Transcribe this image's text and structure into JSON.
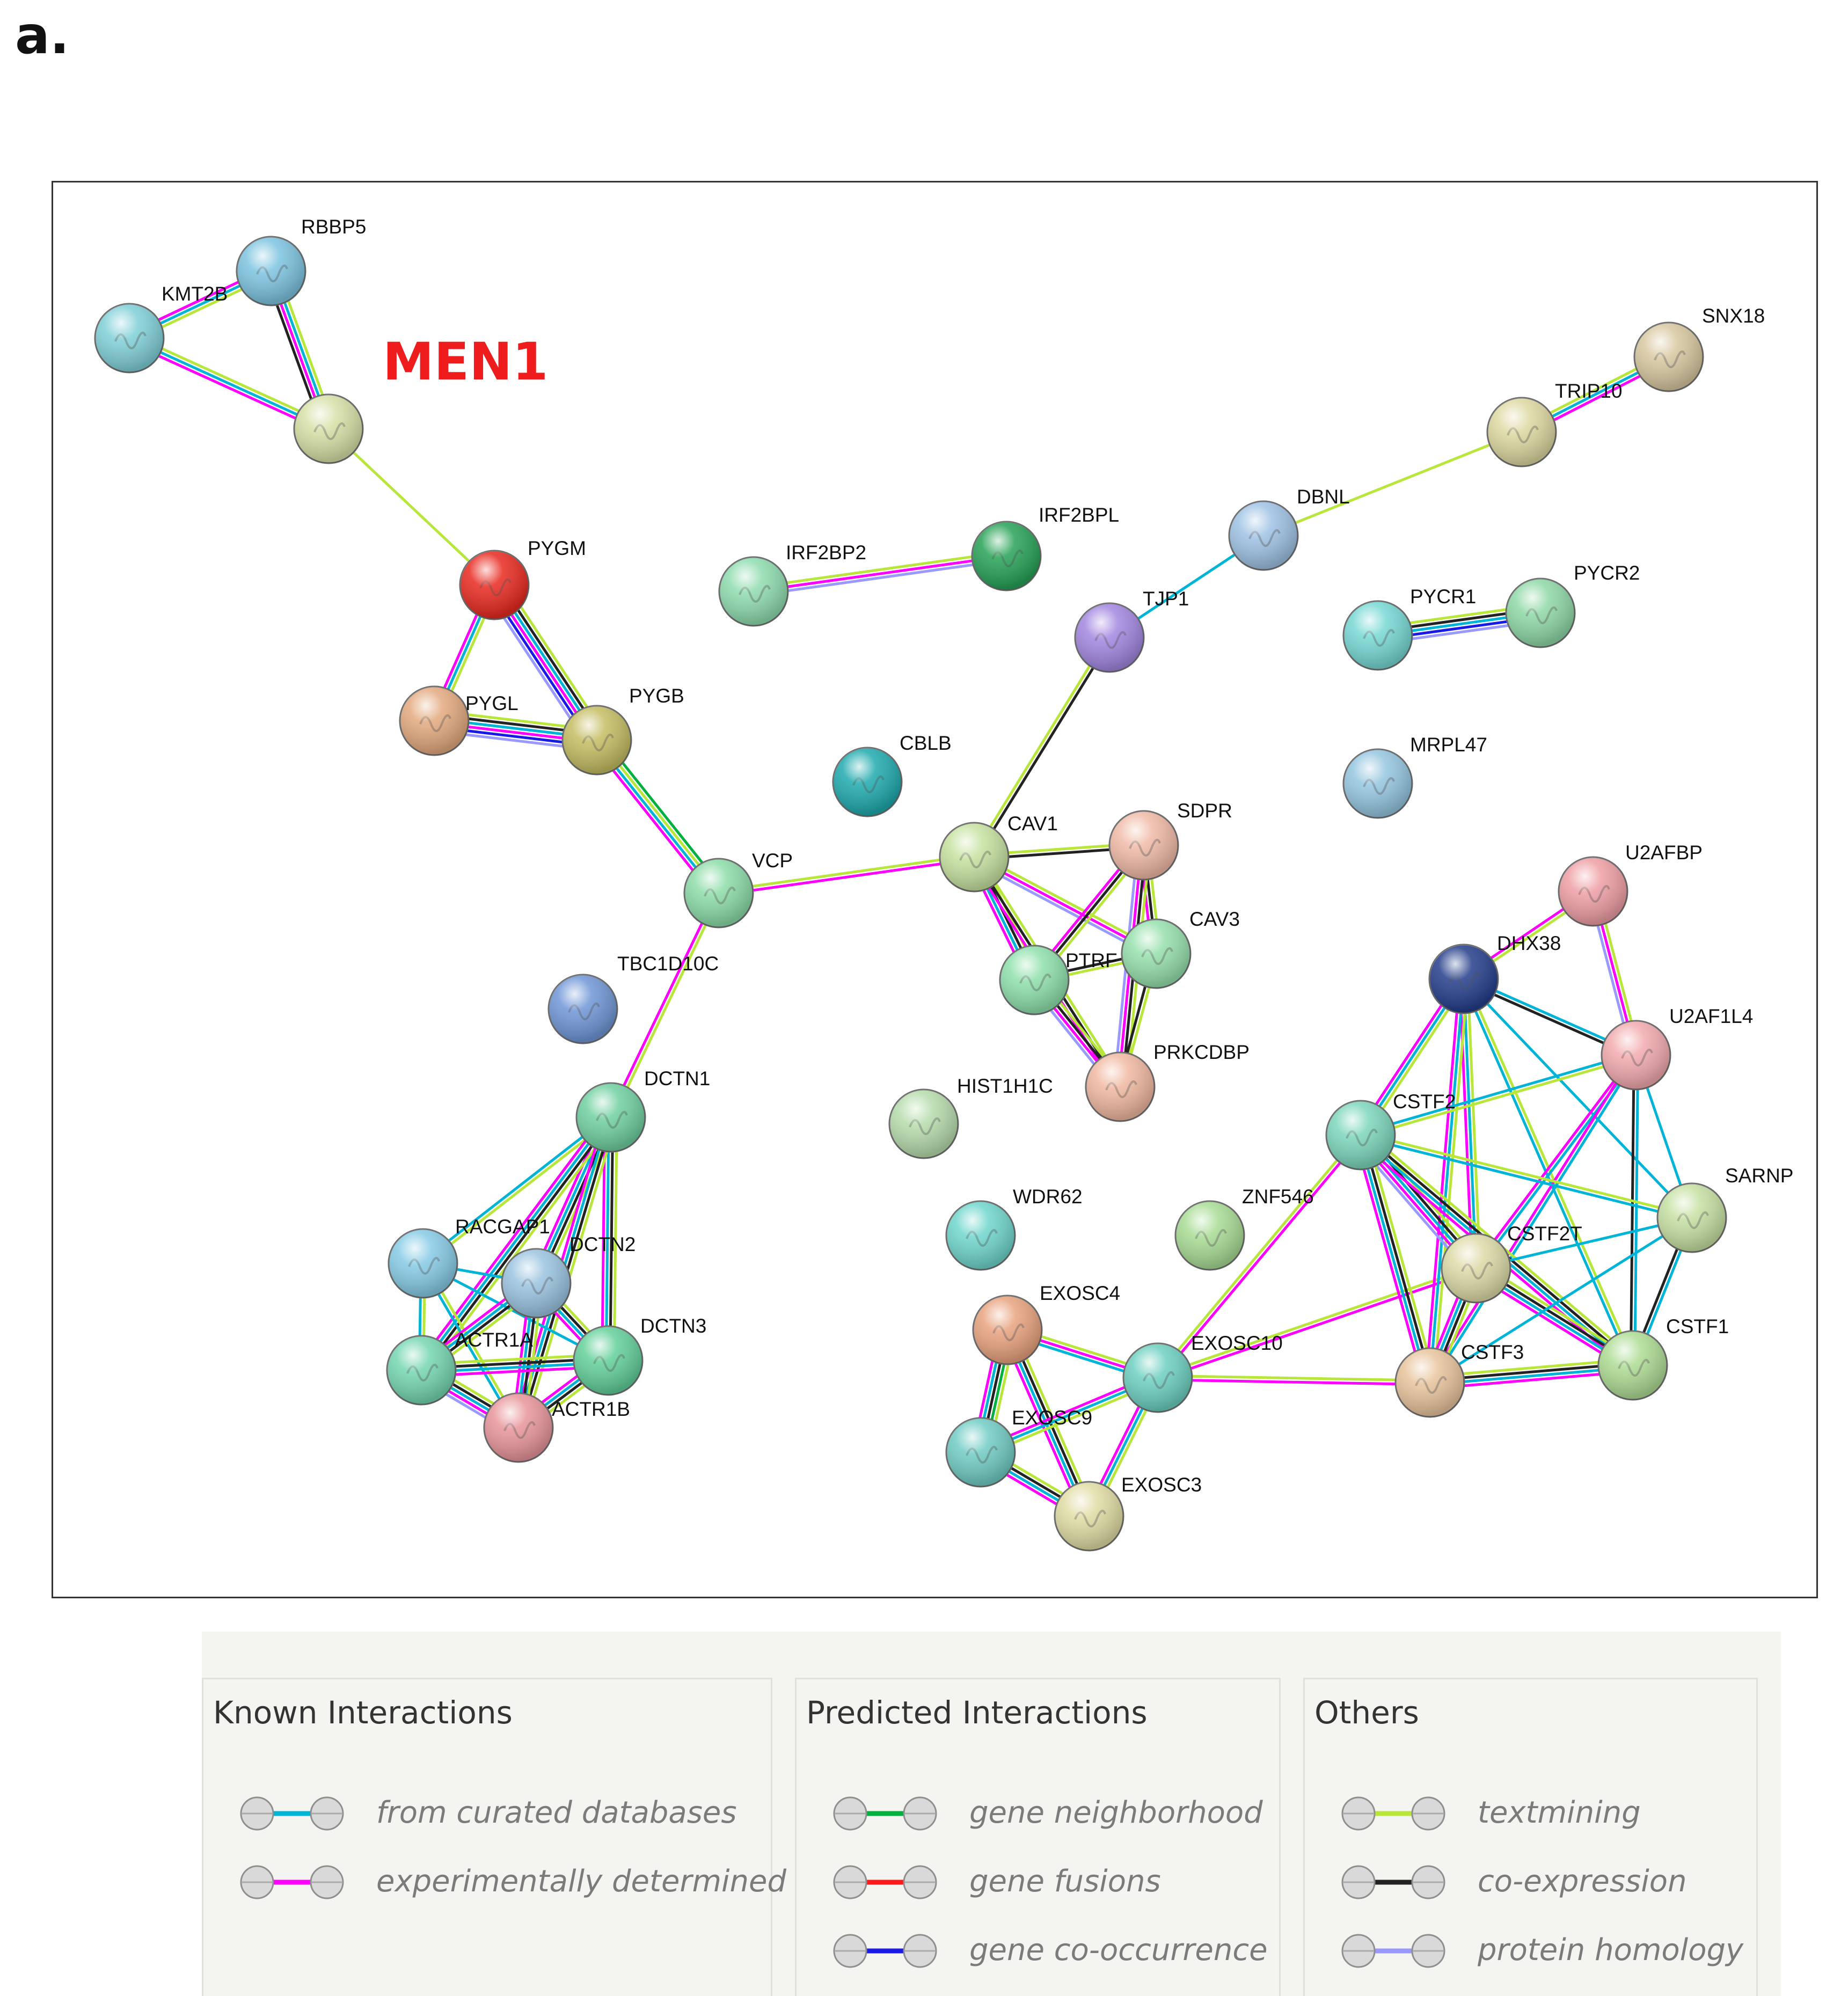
{
  "panel_letter": "a.",
  "cluster_label": "MEN1",
  "nodes": [
    {
      "id": "RBBP5",
      "label": "RBBP5",
      "color": "#7cc4e0"
    },
    {
      "id": "KMT2B",
      "label": "KMT2B",
      "color": "#80d0d8"
    },
    {
      "id": "MEN1",
      "label": "",
      "color": "#d7e0a6"
    },
    {
      "id": "PYGM",
      "label": "PYGM",
      "color": "#e8291f"
    },
    {
      "id": "PYGL",
      "label": "PYGL",
      "color": "#e3a97e"
    },
    {
      "id": "PYGB",
      "label": "PYGB",
      "color": "#c4bd62"
    },
    {
      "id": "VCP",
      "label": "VCP",
      "color": "#8cdca8"
    },
    {
      "id": "TBC1D10C",
      "label": "TBC1D10C",
      "color": "#6f96d6"
    },
    {
      "id": "DCTN1",
      "label": "DCTN1",
      "color": "#6fd0a0"
    },
    {
      "id": "RACGAP1",
      "label": "RACGAP1",
      "color": "#86cbe6"
    },
    {
      "id": "DCTN2",
      "label": "DCTN2",
      "color": "#9ac4e0"
    },
    {
      "id": "ACTR1A",
      "label": "ACTR1A",
      "color": "#74d6b0"
    },
    {
      "id": "DCTN3",
      "label": "DCTN3",
      "color": "#62d09a"
    },
    {
      "id": "ACTR1B",
      "label": "ACTR1B",
      "color": "#e8959b"
    },
    {
      "id": "IRF2BP2",
      "label": "IRF2BP2",
      "color": "#8edcae"
    },
    {
      "id": "IRF2BPL",
      "label": "IRF2BPL",
      "color": "#26a256"
    },
    {
      "id": "CBLB",
      "label": "CBLB",
      "color": "#1eaaae"
    },
    {
      "id": "TJP1",
      "label": "TJP1",
      "color": "#a286e0"
    },
    {
      "id": "DBNL",
      "label": "DBNL",
      "color": "#9ec2e4"
    },
    {
      "id": "TRIP10",
      "label": "TRIP10",
      "color": "#ddd8a0"
    },
    {
      "id": "SNX18",
      "label": "SNX18",
      "color": "#d8c8a0"
    },
    {
      "id": "PYCR1",
      "label": "PYCR1",
      "color": "#76d8d4"
    },
    {
      "id": "PYCR2",
      "label": "PYCR2",
      "color": "#8ed8a6"
    },
    {
      "id": "MRPL47",
      "label": "MRPL47",
      "color": "#94c6e0"
    },
    {
      "id": "CAV1",
      "label": "CAV1",
      "color": "#c6e2a0"
    },
    {
      "id": "SDPR",
      "label": "SDPR",
      "color": "#f0baa6"
    },
    {
      "id": "CAV3",
      "label": "CAV3",
      "color": "#96e0ac"
    },
    {
      "id": "PTRF",
      "label": "PTRF",
      "color": "#8ee0ac"
    },
    {
      "id": "PRKCDBP",
      "label": "PRKCDBP",
      "color": "#f0b8a0"
    },
    {
      "id": "HIST1H1C",
      "label": "HIST1H1C",
      "color": "#b6dcac"
    },
    {
      "id": "WDR62",
      "label": "WDR62",
      "color": "#6ed6cc"
    },
    {
      "id": "ZNF546",
      "label": "ZNF546",
      "color": "#a8dc94"
    },
    {
      "id": "EXOSC4",
      "label": "EXOSC4",
      "color": "#e8a27e"
    },
    {
      "id": "EXOSC10",
      "label": "EXOSC10",
      "color": "#6cd0c0"
    },
    {
      "id": "EXOSC9",
      "label": "EXOSC9",
      "color": "#70ccc4"
    },
    {
      "id": "EXOSC3",
      "label": "EXOSC3",
      "color": "#e0dca4"
    },
    {
      "id": "U2AFBP",
      "label": "U2AFBP",
      "color": "#ee9ea4"
    },
    {
      "id": "DHX38",
      "label": "DHX38",
      "color": "#233d8a"
    },
    {
      "id": "U2AF1L4",
      "label": "U2AF1L4",
      "color": "#f2aaae"
    },
    {
      "id": "CSTF2",
      "label": "CSTF2",
      "color": "#7cd6bc"
    },
    {
      "id": "SARNP",
      "label": "SARNP",
      "color": "#c6e0a2"
    },
    {
      "id": "CSTF2T",
      "label": "CSTF2T",
      "color": "#dcdaa6"
    },
    {
      "id": "CSTF1",
      "label": "CSTF1",
      "color": "#aedc94"
    },
    {
      "id": "CSTF3",
      "label": "CSTF3",
      "color": "#e8c49c"
    }
  ],
  "edges": [
    {
      "source": "RBBP5",
      "target": "KMT2B",
      "types": [
        "textmining",
        "curated",
        "experimental"
      ]
    },
    {
      "source": "RBBP5",
      "target": "MEN1",
      "types": [
        "textmining",
        "curated",
        "experimental",
        "coexpression"
      ]
    },
    {
      "source": "KMT2B",
      "target": "MEN1",
      "types": [
        "textmining",
        "curated",
        "experimental"
      ]
    },
    {
      "source": "MEN1",
      "target": "PYGM",
      "types": [
        "textmining"
      ]
    },
    {
      "source": "PYGM",
      "target": "PYGL",
      "types": [
        "textmining",
        "curated",
        "experimental"
      ]
    },
    {
      "source": "PYGM",
      "target": "PYGB",
      "types": [
        "textmining",
        "coexpression",
        "curated",
        "experimental",
        "cooccurrence",
        "homology"
      ]
    },
    {
      "source": "PYGL",
      "target": "PYGB",
      "types": [
        "textmining",
        "coexpression",
        "curated",
        "experimental",
        "cooccurrence",
        "homology"
      ]
    },
    {
      "source": "PYGB",
      "target": "VCP",
      "types": [
        "neighborhood",
        "textmining",
        "curated",
        "experimental"
      ]
    },
    {
      "source": "VCP",
      "target": "CAV1",
      "types": [
        "textmining",
        "experimental"
      ]
    },
    {
      "source": "VCP",
      "target": "DCTN1",
      "types": [
        "textmining",
        "experimental"
      ]
    },
    {
      "source": "DCTN1",
      "target": "RACGAP1",
      "types": [
        "textmining",
        "curated"
      ]
    },
    {
      "source": "DCTN1",
      "target": "DCTN2",
      "types": [
        "textmining",
        "coexpression",
        "curated",
        "experimental"
      ]
    },
    {
      "source": "DCTN1",
      "target": "ACTR1A",
      "types": [
        "textmining",
        "coexpression",
        "curated",
        "experimental"
      ]
    },
    {
      "source": "DCTN1",
      "target": "DCTN3",
      "types": [
        "textmining",
        "coexpression",
        "curated",
        "experimental"
      ]
    },
    {
      "source": "DCTN1",
      "target": "ACTR1B",
      "types": [
        "textmining",
        "coexpression",
        "curated",
        "experimental"
      ]
    },
    {
      "source": "RACGAP1",
      "target": "DCTN2",
      "types": [
        "curated"
      ]
    },
    {
      "source": "RACGAP1",
      "target": "ACTR1A",
      "types": [
        "textmining",
        "curated"
      ]
    },
    {
      "source": "RACGAP1",
      "target": "ACTR1B",
      "types": [
        "textmining",
        "curated"
      ]
    },
    {
      "source": "RACGAP1",
      "target": "DCTN3",
      "types": [
        "curated"
      ]
    },
    {
      "source": "DCTN2",
      "target": "ACTR1A",
      "types": [
        "textmining",
        "coexpression",
        "curated",
        "experimental"
      ]
    },
    {
      "source": "DCTN2",
      "target": "DCTN3",
      "types": [
        "textmining",
        "coexpression",
        "curated",
        "experimental"
      ]
    },
    {
      "source": "DCTN2",
      "target": "ACTR1B",
      "types": [
        "textmining",
        "coexpression",
        "curated",
        "experimental"
      ]
    },
    {
      "source": "ACTR1A",
      "target": "ACTR1B",
      "types": [
        "textmining",
        "coexpression",
        "curated",
        "experimental",
        "homology"
      ]
    },
    {
      "source": "ACTR1A",
      "target": "DCTN3",
      "types": [
        "textmining",
        "coexpression",
        "curated",
        "experimental"
      ]
    },
    {
      "source": "DCTN3",
      "target": "ACTR1B",
      "types": [
        "textmining",
        "coexpression",
        "curated",
        "experimental"
      ]
    },
    {
      "source": "IRF2BP2",
      "target": "IRF2BPL",
      "types": [
        "textmining",
        "experimental",
        "homology"
      ]
    },
    {
      "source": "CAV1",
      "target": "TJP1",
      "types": [
        "textmining",
        "coexpression"
      ]
    },
    {
      "source": "TJP1",
      "target": "DBNL",
      "types": [
        "curated"
      ]
    },
    {
      "source": "DBNL",
      "target": "TRIP10",
      "types": [
        "textmining"
      ]
    },
    {
      "source": "TRIP10",
      "target": "SNX18",
      "types": [
        "textmining",
        "curated",
        "experimental"
      ]
    },
    {
      "source": "PYCR1",
      "target": "PYCR2",
      "types": [
        "textmining",
        "coexpression",
        "curated",
        "cooccurrence",
        "homology"
      ]
    },
    {
      "source": "CAV1",
      "target": "SDPR",
      "types": [
        "textmining",
        "coexpression"
      ]
    },
    {
      "source": "CAV1",
      "target": "CAV3",
      "types": [
        "textmining",
        "experimental",
        "homology"
      ]
    },
    {
      "source": "CAV1",
      "target": "PTRF",
      "types": [
        "textmining",
        "coexpression",
        "curated",
        "experimental"
      ]
    },
    {
      "source": "CAV1",
      "target": "PRKCDBP",
      "types": [
        "textmining",
        "coexpression",
        "experimental"
      ]
    },
    {
      "source": "SDPR",
      "target": "CAV3",
      "types": [
        "textmining",
        "coexpression",
        "experimental"
      ]
    },
    {
      "source": "SDPR",
      "target": "PTRF",
      "types": [
        "textmining",
        "coexpression",
        "experimental"
      ]
    },
    {
      "source": "SDPR",
      "target": "PRKCDBP",
      "types": [
        "textmining",
        "coexpression",
        "experimental",
        "homology"
      ]
    },
    {
      "source": "CAV3",
      "target": "PTRF",
      "types": [
        "textmining",
        "coexpression"
      ]
    },
    {
      "source": "CAV3",
      "target": "PRKCDBP",
      "types": [
        "textmining",
        "coexpression"
      ]
    },
    {
      "source": "PTRF",
      "target": "PRKCDBP",
      "types": [
        "textmining",
        "coexpression",
        "experimental",
        "homology"
      ]
    },
    {
      "source": "EXOSC4",
      "target": "EXOSC10",
      "types": [
        "textmining",
        "experimental",
        "curated"
      ]
    },
    {
      "source": "EXOSC4",
      "target": "EXOSC9",
      "types": [
        "textmining",
        "neighborhood",
        "coexpression",
        "curated",
        "experimental"
      ]
    },
    {
      "source": "EXOSC4",
      "target": "EXOSC3",
      "types": [
        "textmining",
        "coexpression",
        "curated",
        "experimental"
      ]
    },
    {
      "source": "EXOSC10",
      "target": "EXOSC9",
      "types": [
        "textmining",
        "curated",
        "experimental"
      ]
    },
    {
      "source": "EXOSC10",
      "target": "EXOSC3",
      "types": [
        "textmining",
        "curated",
        "experimental"
      ]
    },
    {
      "source": "EXOSC9",
      "target": "EXOSC3",
      "types": [
        "textmining",
        "coexpression",
        "curated",
        "experimental"
      ]
    },
    {
      "source": "EXOSC10",
      "target": "CSTF2",
      "types": [
        "textmining",
        "experimental"
      ]
    },
    {
      "source": "EXOSC10",
      "target": "CSTF2T",
      "types": [
        "textmining",
        "experimental"
      ]
    },
    {
      "source": "EXOSC10",
      "target": "CSTF3",
      "types": [
        "textmining",
        "experimental"
      ]
    },
    {
      "source": "U2AFBP",
      "target": "DHX38",
      "types": [
        "textmining",
        "experimental"
      ]
    },
    {
      "source": "U2AFBP",
      "target": "U2AF1L4",
      "types": [
        "textmining",
        "experimental",
        "homology"
      ]
    },
    {
      "source": "DHX38",
      "target": "CSTF2",
      "types": [
        "textmining",
        "curated",
        "experimental"
      ]
    },
    {
      "source": "DHX38",
      "target": "CSTF2T",
      "types": [
        "textmining",
        "curated",
        "experimental"
      ]
    },
    {
      "source": "DHX38",
      "target": "CSTF3",
      "types": [
        "textmining",
        "curated",
        "experimental"
      ]
    },
    {
      "source": "DHX38",
      "target": "CSTF1",
      "types": [
        "textmining",
        "curated"
      ]
    },
    {
      "source": "DHX38",
      "target": "SARNP",
      "types": [
        "curated"
      ]
    },
    {
      "source": "DHX38",
      "target": "U2AF1L4",
      "types": [
        "curated",
        "coexpression"
      ]
    },
    {
      "source": "U2AF1L4",
      "target": "CSTF2",
      "types": [
        "textmining",
        "curated"
      ]
    },
    {
      "source": "U2AF1L4",
      "target": "CSTF2T",
      "types": [
        "curated",
        "experimental"
      ]
    },
    {
      "source": "U2AF1L4",
      "target": "CSTF3",
      "types": [
        "curated",
        "experimental"
      ]
    },
    {
      "source": "U2AF1L4",
      "target": "CSTF1",
      "types": [
        "curated",
        "coexpression"
      ]
    },
    {
      "source": "U2AF1L4",
      "target": "SARNP",
      "types": [
        "curated"
      ]
    },
    {
      "source": "CSTF2",
      "target": "SARNP",
      "types": [
        "textmining",
        "curated"
      ]
    },
    {
      "source": "CSTF2",
      "target": "CSTF2T",
      "types": [
        "textmining",
        "coexpression",
        "curated",
        "experimental",
        "homology"
      ]
    },
    {
      "source": "CSTF2",
      "target": "CSTF3",
      "types": [
        "textmining",
        "coexpression",
        "curated",
        "experimental"
      ]
    },
    {
      "source": "CSTF2",
      "target": "CSTF1",
      "types": [
        "textmining",
        "coexpression",
        "curated",
        "experimental"
      ]
    },
    {
      "source": "CSTF2T",
      "target": "SARNP",
      "types": [
        "curated"
      ]
    },
    {
      "source": "CSTF2T",
      "target": "CSTF3",
      "types": [
        "textmining",
        "coexpression",
        "curated",
        "experimental"
      ]
    },
    {
      "source": "CSTF2T",
      "target": "CSTF1",
      "types": [
        "textmining",
        "coexpression",
        "curated",
        "experimental"
      ]
    },
    {
      "source": "CSTF3",
      "target": "CSTF1",
      "types": [
        "textmining",
        "coexpression",
        "curated",
        "experimental"
      ]
    },
    {
      "source": "SARNP",
      "target": "CSTF1",
      "types": [
        "curated",
        "coexpression"
      ]
    },
    {
      "source": "SARNP",
      "target": "CSTF3",
      "types": [
        "curated"
      ]
    }
  ],
  "edge_colors": {
    "curated": "#00b4d8",
    "experimental": "#ff00ff",
    "neighborhood": "#00b040",
    "fusion": "#ff1a1a",
    "cooccurrence": "#1a1ae6",
    "textmining": "#b8e63a",
    "coexpression": "#222222",
    "homology": "#9999ff"
  },
  "legend": {
    "known": {
      "title": "Known Interactions",
      "items": [
        {
          "type": "curated",
          "text": "from curated databases"
        },
        {
          "type": "experimental",
          "text": "experimentally determined"
        }
      ]
    },
    "predicted": {
      "title": "Predicted Interactions",
      "items": [
        {
          "type": "neighborhood",
          "text": "gene neighborhood"
        },
        {
          "type": "fusion",
          "text": "gene fusions"
        },
        {
          "type": "cooccurrence",
          "text": "gene co-occurrence"
        }
      ]
    },
    "others": {
      "title": "Others",
      "items": [
        {
          "type": "textmining",
          "text": "textmining"
        },
        {
          "type": "coexpression",
          "text": "co-expression"
        },
        {
          "type": "homology",
          "text": "protein homology"
        }
      ]
    }
  }
}
